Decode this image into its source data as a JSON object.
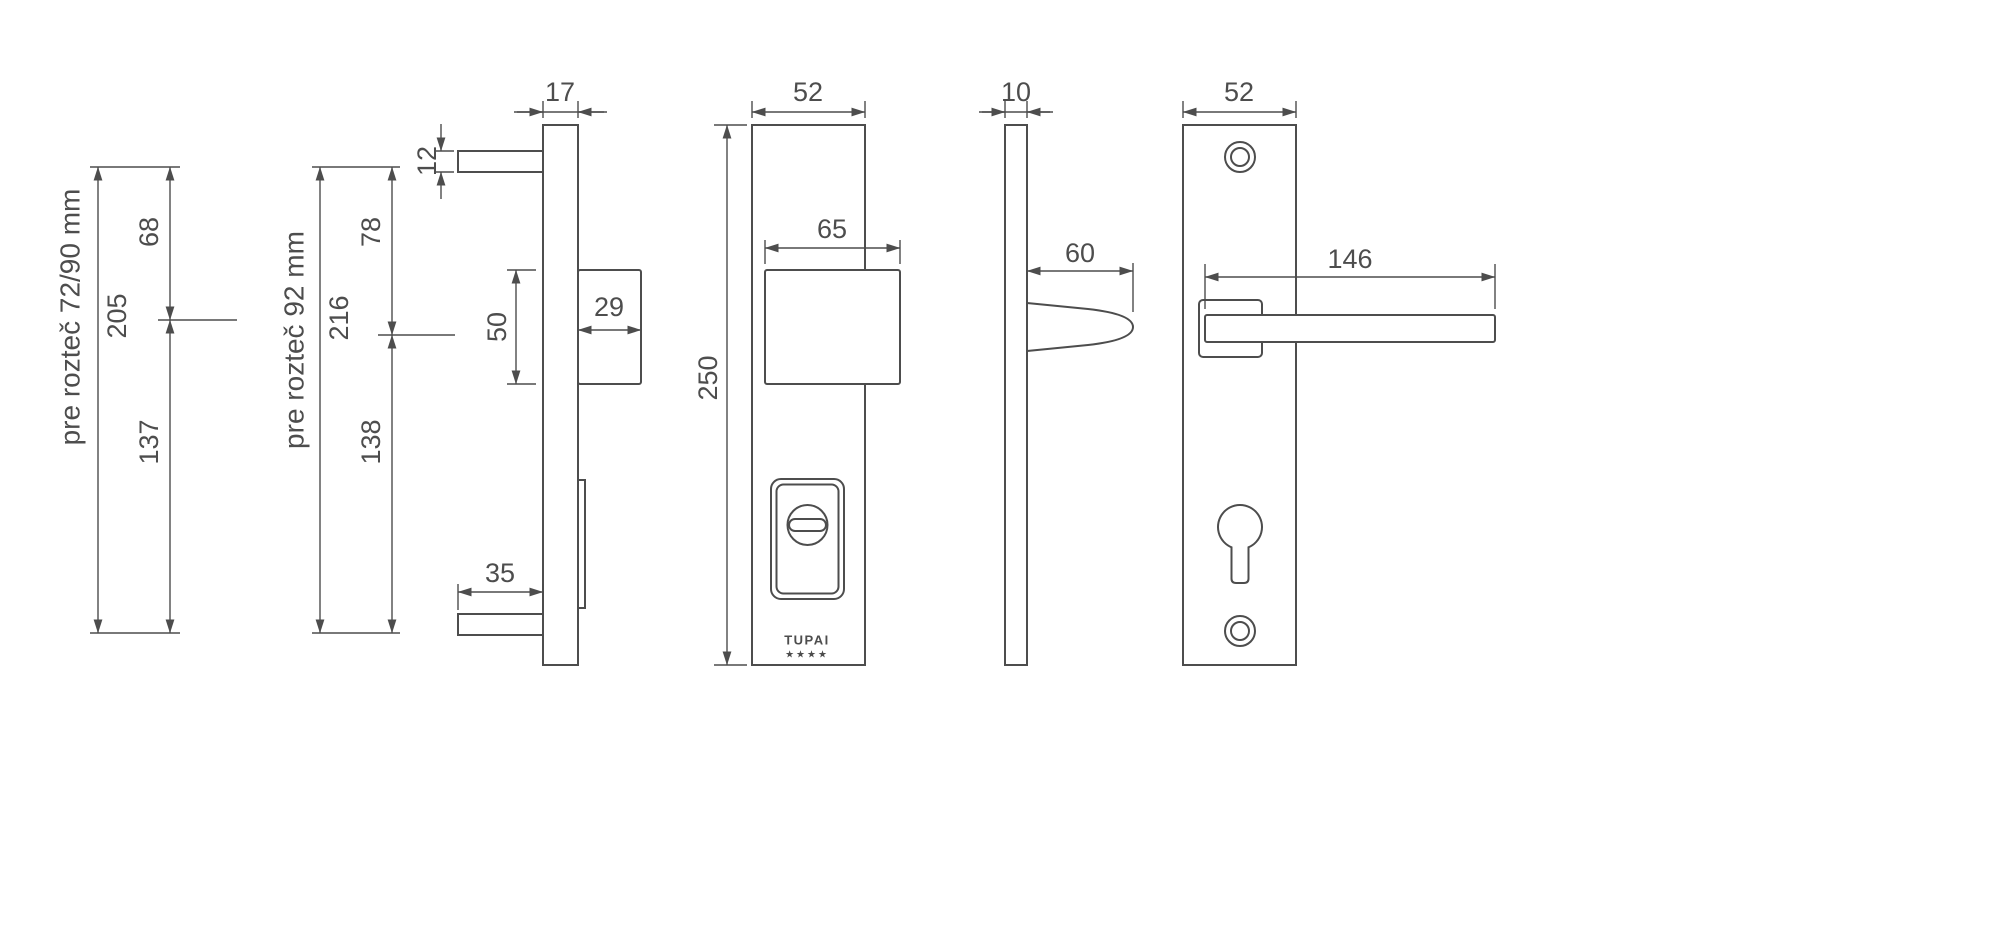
{
  "drawing": {
    "background": "#ffffff",
    "line_color": "#4d4d4d",
    "spacing_groups": [
      {
        "label": "pre rozteč 72/90 mm",
        "total": "205",
        "upper": "68",
        "lower": "137"
      },
      {
        "label": "pre rozteč 92 mm",
        "total": "216",
        "upper": "78",
        "lower": "138"
      }
    ],
    "outside_side_view": {
      "plate_thickness": "17",
      "top_bolt_height": "12",
      "knob_depth": "29",
      "knob_height": "50",
      "bottom_bolt_length": "35"
    },
    "outside_front_view": {
      "plate_width": "52",
      "plate_height": "250",
      "knob_width": "65",
      "brand": "TUPAI",
      "stars": "★★★★"
    },
    "inside_side_view": {
      "plate_thickness": "10",
      "handle_projection": "60"
    },
    "inside_front_view": {
      "plate_width": "52",
      "handle_length": "146"
    }
  }
}
